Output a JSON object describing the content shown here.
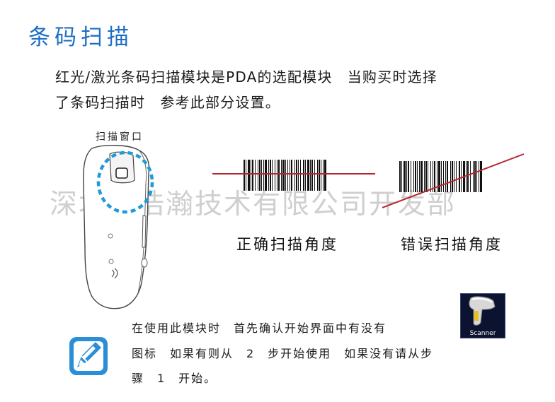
{
  "title": "条码扫描",
  "intro": {
    "line1": "红光/激光条码扫描模块是PDA的选配模块　当购买时选择",
    "line2": "了条码扫描时　参考此部分设置。"
  },
  "figure": {
    "window_label": "扫描窗口",
    "correct_caption": "正确扫描角度",
    "wrong_caption": "错误扫描角度",
    "aim_line_color": "#b5252f",
    "highlight_color": "#1f9bd7"
  },
  "watermark": "深圳市浩瀚技术有限公司开发部",
  "note": {
    "line1": "在使用此模块时　首先确认开始界面中有没有",
    "line2": "图标　如果有则从　2　步开始使用　如果没有请从步",
    "line3": "骤　1　开始。",
    "icon": "note-pencil-icon",
    "icon_color": "#2a8fd6"
  },
  "scanner_app": {
    "label": "Scanner",
    "icon": "barcode-scanner-gun-icon"
  }
}
